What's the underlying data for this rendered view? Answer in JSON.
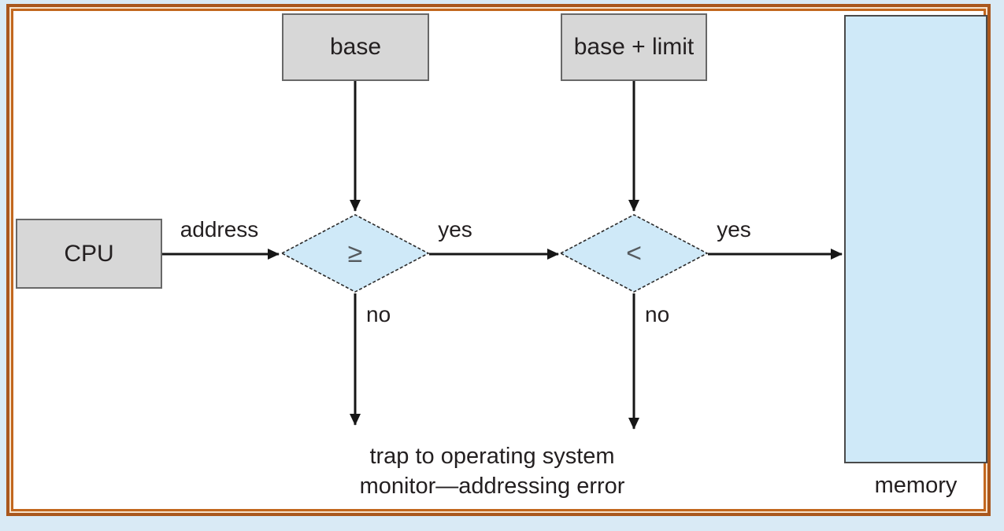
{
  "diagram_type": "flowchart",
  "colors": {
    "page_background": "#d9eaf5",
    "frame_orange_outer": "#a9571d",
    "frame_orange_inner": "#c2671e",
    "register_box_fill": "#d7d7d7",
    "register_box_border": "#686868",
    "decision_fill": "#cfe9f8",
    "memory_fill": "#cfe9f8",
    "line_color": "#161616",
    "text_color": "#231f20"
  },
  "nodes": {
    "cpu": {
      "label": "CPU"
    },
    "base_register": {
      "label": "base"
    },
    "base_plus_limit_register": {
      "label": "base + limit"
    },
    "decision_ge": {
      "symbol": "≥"
    },
    "decision_lt": {
      "symbol": "<"
    },
    "memory": {
      "label": "memory"
    }
  },
  "edge_labels": {
    "address": "address",
    "ge_yes": "yes",
    "ge_no": "no",
    "lt_yes": "yes",
    "lt_no": "no"
  },
  "trap_note": {
    "line1": "trap to operating system",
    "line2": "monitor—addressing error"
  }
}
